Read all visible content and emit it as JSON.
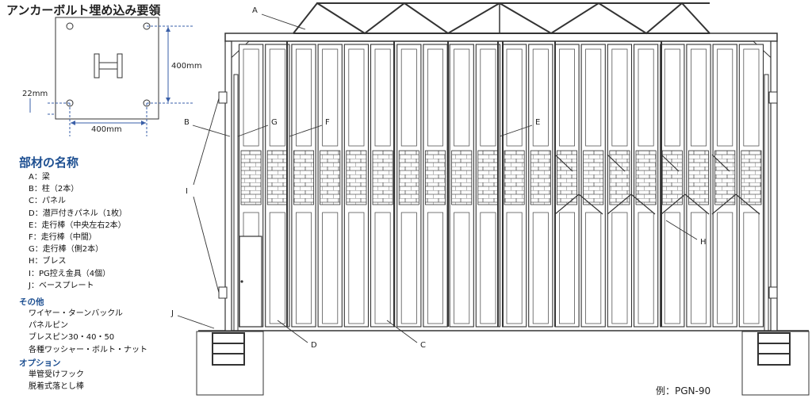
{
  "anchor": {
    "title": "アンカーボルト埋め込み要領",
    "dim_height": "400mm",
    "dim_width": "400mm",
    "dim_offset": "22mm"
  },
  "parts": {
    "heading": "部材の名称",
    "items": [
      "A：梁",
      "B：柱（2本）",
      "C：パネル",
      "D：潜戸付きパネル（1枚）",
      "E：走行棒（中央左右2本）",
      "F：走行棒（中間）",
      "G：走行棒（側2本）",
      "H：ブレス",
      "I：PG控え金具（4個）",
      "J：ベースプレート"
    ]
  },
  "others": {
    "heading": "その他",
    "items": [
      "ワイヤー・ターンバックル",
      "パネルピン",
      "ブレスピン30・40・50",
      "各種ワッシャー・ボルト・ナット"
    ]
  },
  "options": {
    "heading": "オプション",
    "items": [
      "単管受けフック",
      "脱着式落とし棒"
    ]
  },
  "callouts": {
    "A": "A",
    "B": "B",
    "C": "C",
    "D": "D",
    "E": "E",
    "F": "F",
    "G": "G",
    "H": "H",
    "I": "I",
    "J": "J"
  },
  "example": "例：PGN-90",
  "colors": {
    "accent": "#1d4f91",
    "line": "#333333",
    "dim_line": "#3a5fa8"
  }
}
